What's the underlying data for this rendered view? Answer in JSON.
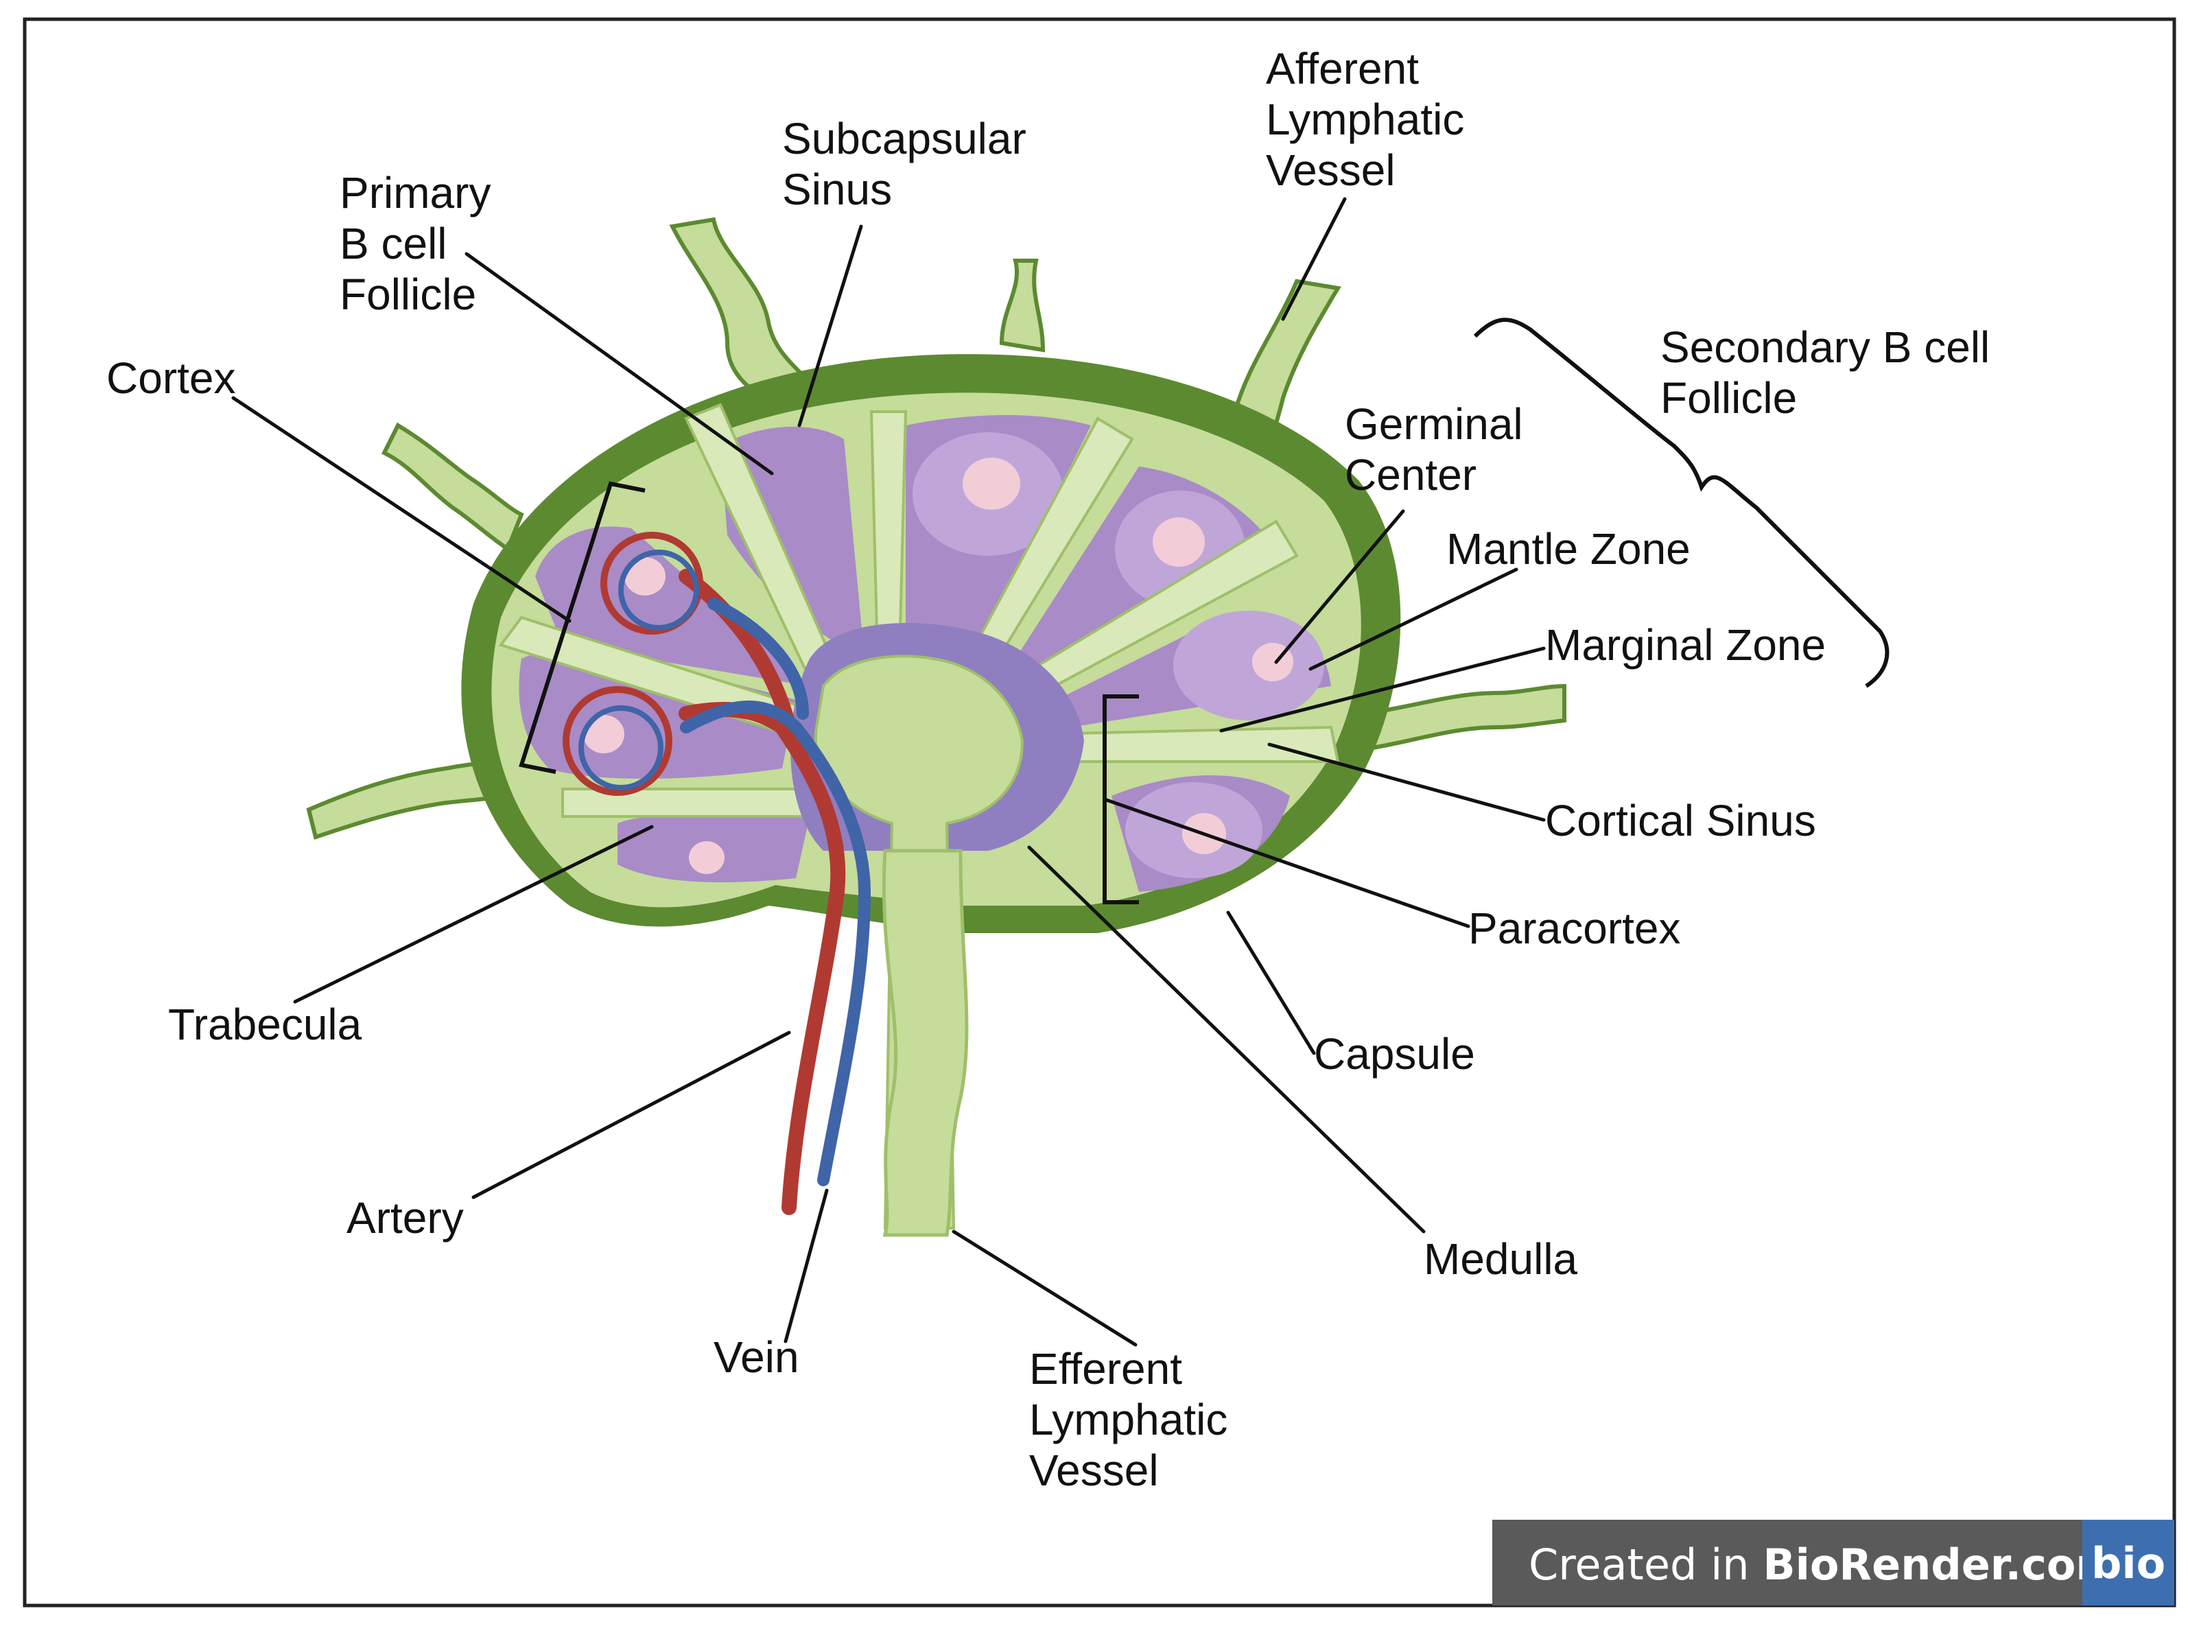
{
  "labels": {
    "afferent_lymphatic_vessel": [
      "Afferent",
      "Lymphatic",
      "Vessel"
    ],
    "subcapsular_sinus": [
      "Subcapsular",
      "Sinus"
    ],
    "primary_b_cell_follicle": [
      "Primary",
      "B cell",
      "Follicle"
    ],
    "cortex": "Cortex",
    "secondary_b_cell_follicle": [
      "Secondary B cell",
      "Follicle"
    ],
    "germinal_center": [
      "Germinal",
      "Center"
    ],
    "mantle_zone": "Mantle Zone",
    "marginal_zone": "Marginal Zone",
    "cortical_sinus": "Cortical Sinus",
    "paracortex": "Paracortex",
    "capsule": "Capsule",
    "trabecula": "Trabecula",
    "medulla": "Medulla",
    "artery": "Artery",
    "vein": "Vein",
    "efferent_lymphatic_vessel": [
      "Efferent",
      "Lymphatic",
      "Vessel"
    ]
  },
  "watermark": {
    "prefix": "Created in ",
    "brand": "BioRender.com",
    "logo": "bio"
  },
  "colors": {
    "capsule": "#5c8a30",
    "sinus": "#c5dc9a",
    "trabecula": "#d9e9ba",
    "follicle": "#a98bc7",
    "follicle_inner": "#c0a6d8",
    "germinal_center": "#f2cdd8",
    "paracortex": "#8f7fc0",
    "artery": "#b03a32",
    "vein": "#3f64a8",
    "watermark_bg": "#5a5a5a",
    "logo_bg": "#3d6fb0"
  }
}
